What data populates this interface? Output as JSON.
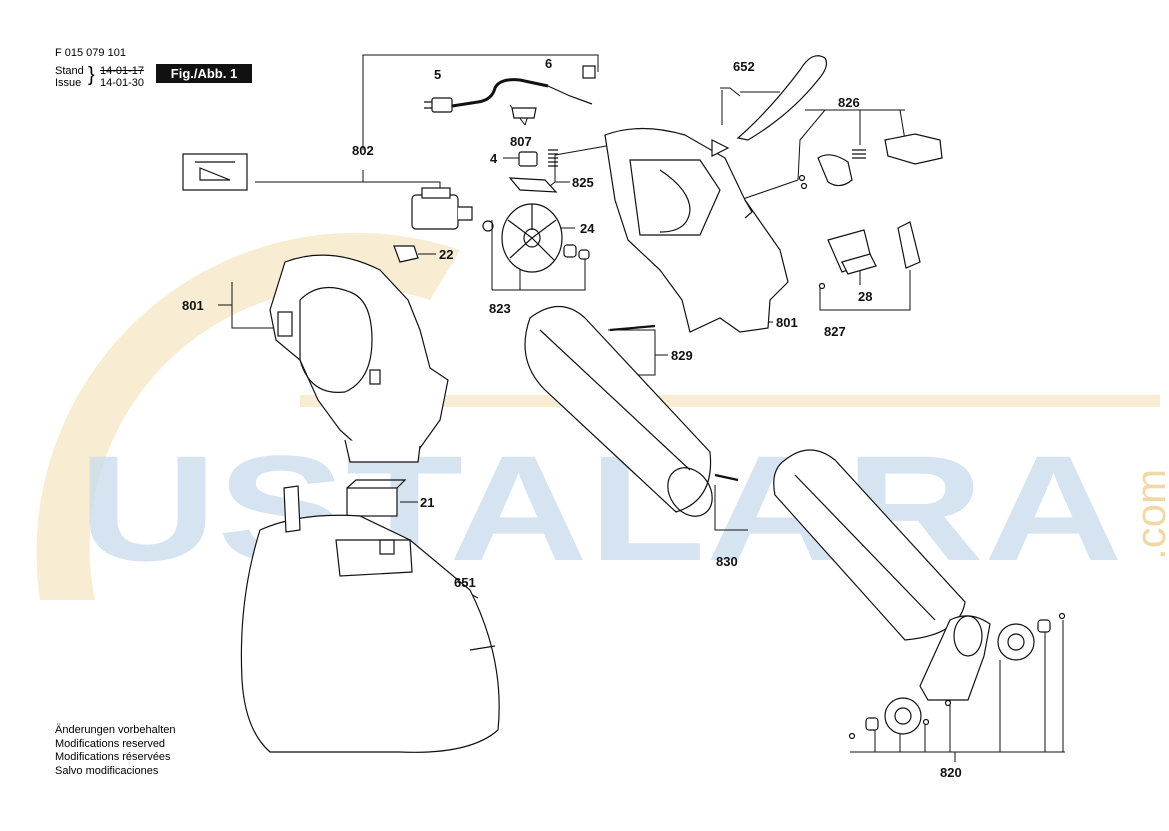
{
  "header": {
    "doc_number": "F 015 079 101",
    "stand_label": "Stand",
    "issue_label": "Issue",
    "old_date": "14-01-17",
    "new_date": "14-01-30",
    "figure_label": "Fig./Abb. 1"
  },
  "notes": [
    "Änderungen vorbehalten",
    "Modifications reserved",
    "Modifications réservées",
    "Salvo modificaciones"
  ],
  "watermark": {
    "text": "USTALARA",
    "suffix": ".com"
  },
  "callouts": {
    "c5": "5",
    "c6": "6",
    "c652": "652",
    "c826": "826",
    "c802": "802",
    "c807": "807",
    "c4": "4",
    "c825": "825",
    "c24": "24",
    "c22": "22",
    "c801a": "801",
    "c823": "823",
    "c829": "829",
    "c801b": "801",
    "c28": "28",
    "c827": "827",
    "c21": "21",
    "c651": "651",
    "c830": "830",
    "c820": "820"
  },
  "colors": {
    "watermark_blue": "#c9dbee",
    "watermark_orange": "#f6e9c8",
    "line": "#111111",
    "badge": "#111111"
  }
}
